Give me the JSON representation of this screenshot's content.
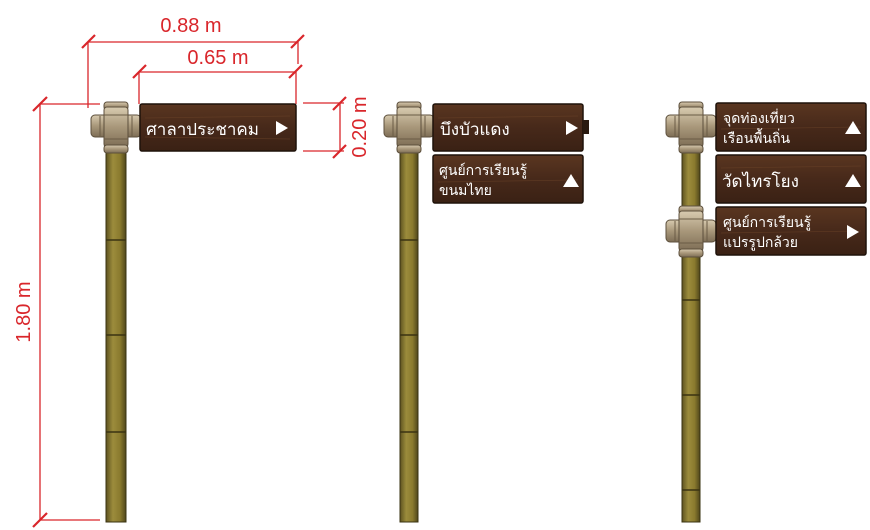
{
  "dimensions": {
    "total_width": "0.88 m",
    "sign_width": "0.65 m",
    "sign_height": "0.20 m",
    "pole_height": "1.80 m"
  },
  "signposts": [
    {
      "signs": [
        {
          "lines": [
            "ศาลาประชาคม"
          ],
          "arrow": "right"
        }
      ]
    },
    {
      "signs": [
        {
          "lines": [
            "บึงบัวแดง"
          ],
          "arrow": "right"
        },
        {
          "lines": [
            "ศูนย์การเรียนรู้",
            "ขนมไทย"
          ],
          "arrow": "up"
        }
      ]
    },
    {
      "signs": [
        {
          "lines": [
            "จุดท่องเที่ยว",
            "เรือนพื้นถิ่น"
          ],
          "arrow": "up"
        },
        {
          "lines": [
            "วัดไทรโยง"
          ],
          "arrow": "up"
        },
        {
          "lines": [
            "ศูนย์การเรียนรู้",
            "แปรรูปกล้วย"
          ],
          "arrow": "right"
        }
      ]
    }
  ],
  "colors": {
    "dimension": "#d9262b",
    "sign_board": "#4a2c1a",
    "pole": "#8a7a2e",
    "text": "#ffffff"
  }
}
